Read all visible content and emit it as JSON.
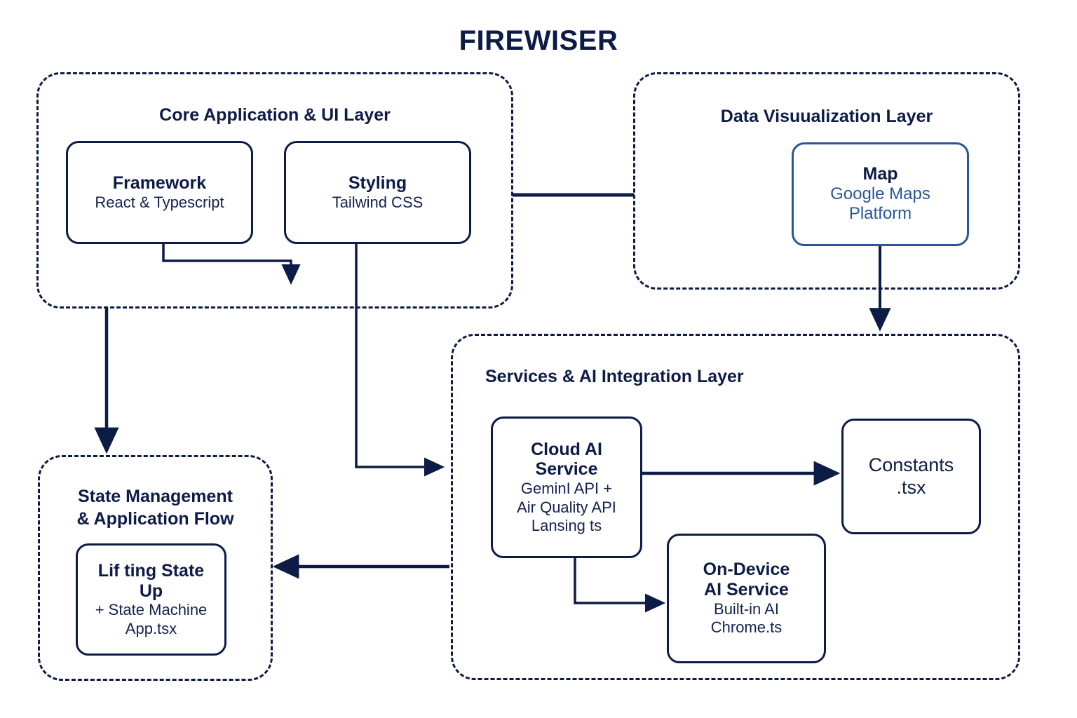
{
  "title": "FIREWISER",
  "colors": {
    "ink": "#0d1b47",
    "accent": "#2a5699",
    "background": "#ffffff"
  },
  "layers": [
    {
      "id": "core-application-ui-layer",
      "label": "Core Application & UI Layer",
      "nodes": [
        {
          "id": "framework",
          "title": "Framework",
          "sub": "React & Typescript"
        },
        {
          "id": "styling",
          "title": "Styling",
          "sub": "Tailwind CSS"
        }
      ]
    },
    {
      "id": "data-visualization-layer",
      "label": "Data Visuualization Layer",
      "nodes": [
        {
          "id": "map",
          "title": "Map",
          "sub": "Google Maps\nPlatform"
        }
      ]
    },
    {
      "id": "state-management-layer",
      "label": "State Management\n& Application  Flow",
      "nodes": [
        {
          "id": "lifting-state-up",
          "title": "Lif ting State\nUp",
          "sub": "+ State Machine\nApp.tsx"
        }
      ]
    },
    {
      "id": "services-ai-integration-layer",
      "label": "Services & AI Integration Layer",
      "nodes": [
        {
          "id": "cloud-ai-service",
          "title": "Cloud AI\nService",
          "sub": "GeminI API +\nAir Quality API\nLansing ts"
        },
        {
          "id": "on-device-ai-service",
          "title": "On-Device\nAI Service",
          "sub": "Built-in AI\nChrome.ts"
        },
        {
          "id": "constants",
          "title": "Constants\n.tsx",
          "sub": ""
        }
      ]
    }
  ],
  "connectors": [
    {
      "id": "core-to-dataviz",
      "from": "core-application-ui-layer",
      "to": "data-visualization-layer",
      "arrow": false
    },
    {
      "id": "framework-down",
      "from": "framework",
      "to": "core-application-ui-layer",
      "arrow": true
    },
    {
      "id": "styling-to-services",
      "from": "styling",
      "to": "services-ai-integration-layer",
      "arrow": true
    },
    {
      "id": "core-to-state-management",
      "from": "core-application-ui-layer",
      "to": "state-management-layer",
      "arrow": true
    },
    {
      "id": "map-to-services",
      "from": "map",
      "to": "services-ai-integration-layer",
      "arrow": true
    },
    {
      "id": "cloud-ai-to-constants",
      "from": "cloud-ai-service",
      "to": "constants",
      "arrow": true
    },
    {
      "id": "cloud-ai-to-on-device",
      "from": "cloud-ai-service",
      "to": "on-device-ai-service",
      "arrow": true
    },
    {
      "id": "services-to-state-management",
      "from": "services-ai-integration-layer",
      "to": "state-management-layer",
      "arrow": true
    }
  ]
}
